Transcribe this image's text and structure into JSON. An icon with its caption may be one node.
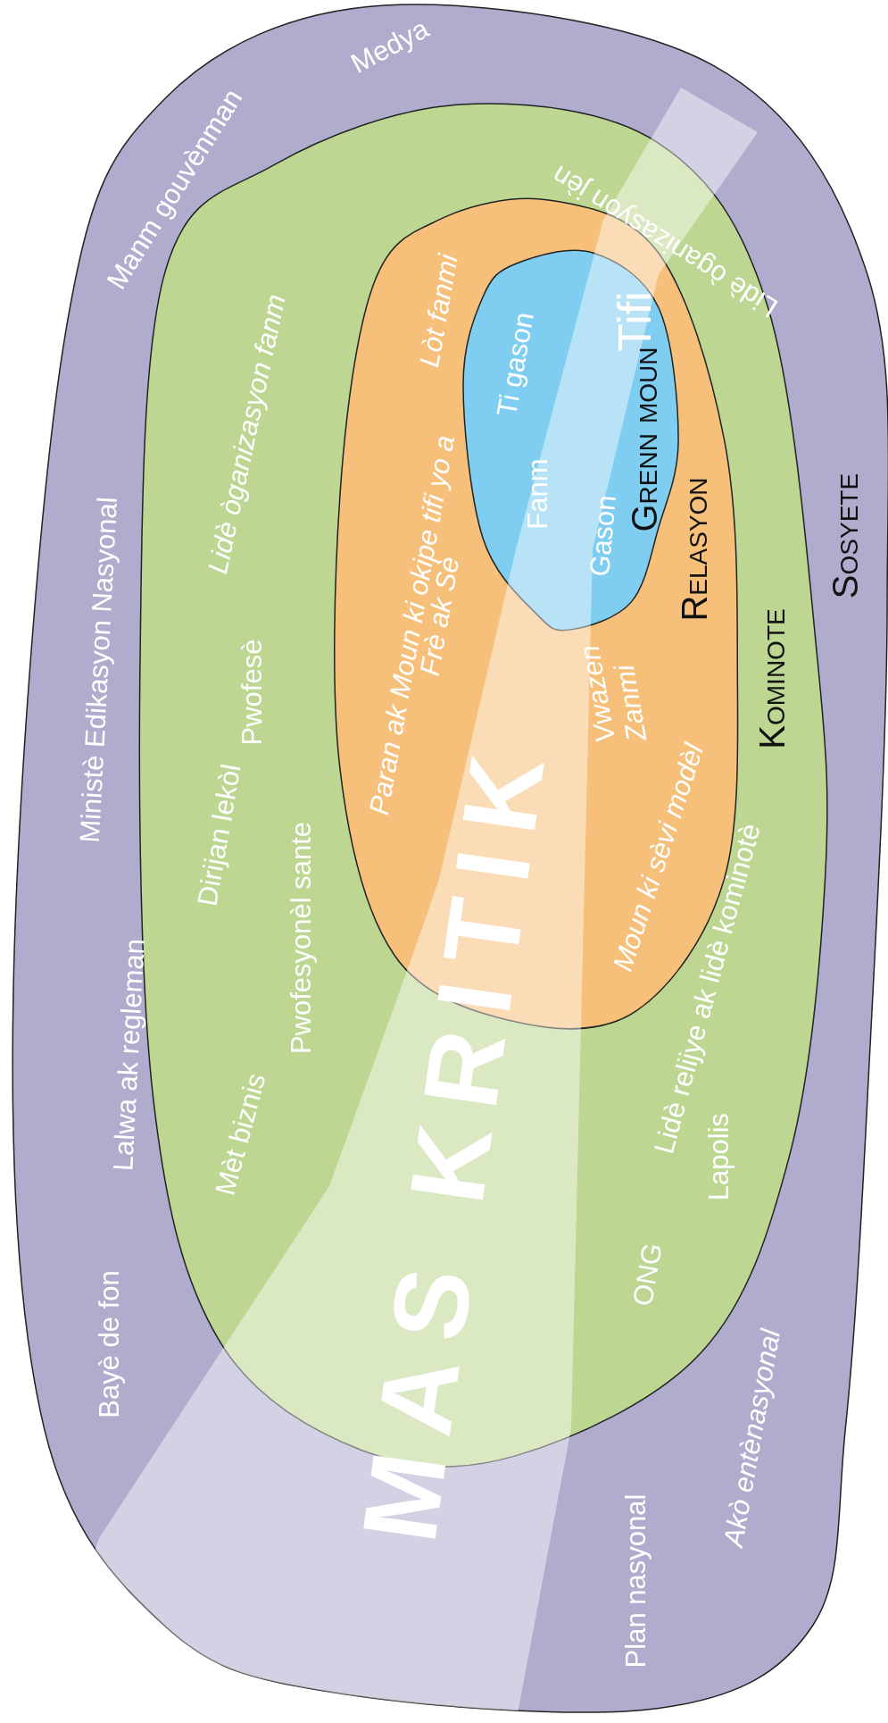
{
  "diagram": {
    "nodes": [
      {
        "text": [
          "Sosyete",
          "Medya",
          "Manm gouvènman",
          "Ministè Edikasyon Nasyonal",
          "Lalwa ak regleman",
          "Bayè de fon",
          "Plan nasyonal",
          "Akò entènasyonal"
        ]
      },
      {
        "text": [
          "Kominote",
          "Lidè òganizasyon jèn",
          "Lidè òganizasyon fanm",
          "Pwofesè",
          "Dirijan lekòl",
          "Pwofesyonèl sante",
          "Mèt biznis",
          "Lidè relijye ak lidè kominotè",
          "Lapolis",
          "ONG"
        ],
        "in": 0
      },
      {
        "text": [
          "Relasyon",
          "Lòt fanmi",
          "Paran ak Moun ki okipe tifi yo a",
          "Frè ak Sè",
          "Vwazen",
          "Zanmi",
          "Moun ki sèvi modèl"
        ],
        "in": 1
      },
      {
        "text": [
          "Grenn moun",
          "Tifi",
          "Ti gason",
          "Fanm",
          "Gason"
        ],
        "in": 2
      }
    ],
    "labels": [
      "MAS KRITIK"
    ]
  }
}
